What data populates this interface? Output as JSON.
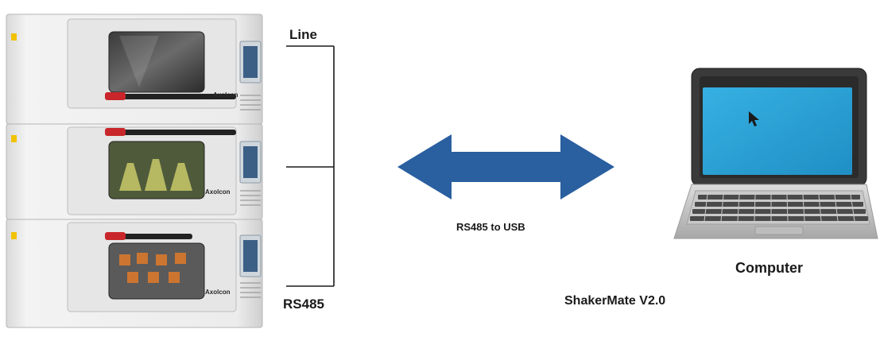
{
  "labels": {
    "line": "Line",
    "rs485": "RS485",
    "converter": "RS485 to USB",
    "computer": "Computer",
    "software": "ShakerMate V2.0"
  },
  "brand": "Axolcon",
  "colors": {
    "arrow": "#2a5fa0",
    "screen": "#2aa0d6",
    "cabinet": "#eeeeee",
    "handle": "#c8262b",
    "connector_line": "#1a1a1a"
  },
  "icons": {
    "cursor": "mouse-pointer-icon"
  },
  "shaker_units": 3
}
